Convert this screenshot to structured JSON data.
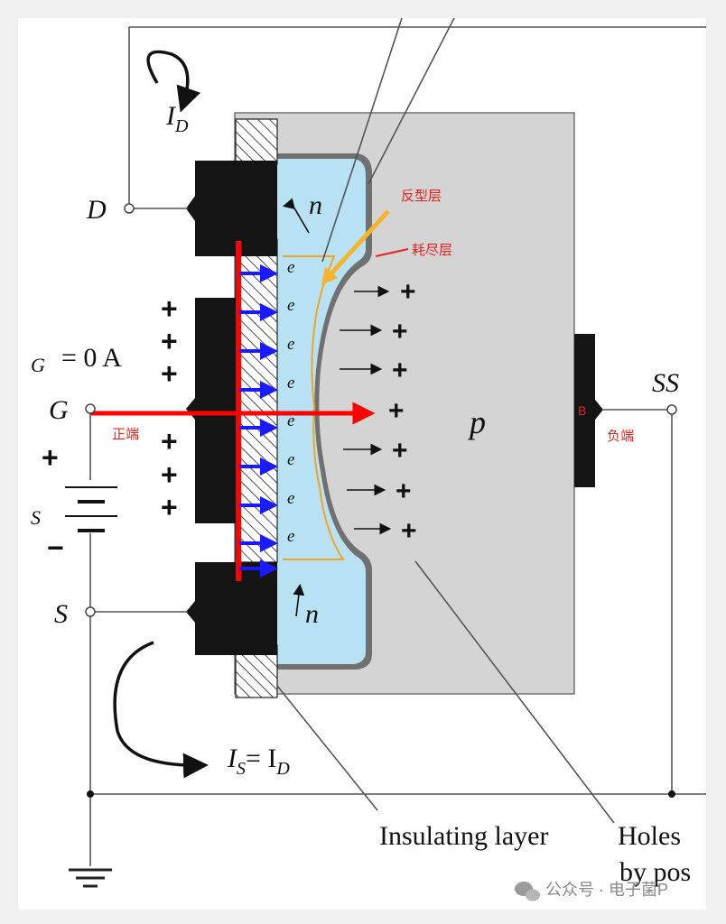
{
  "labels": {
    "drain": "D",
    "gate": "G",
    "source": "S",
    "substrate_terminal": "SS",
    "drain_current": "I",
    "drain_current_sub": "D",
    "gate_current_prefix": "G",
    "gate_current_value": "= 0 A",
    "source_current": "I",
    "source_current_sub": "S",
    "source_current_eq": "= I",
    "source_current_eq_sub": "D",
    "n_top": "n",
    "n_bottom": "n",
    "p_region": "p",
    "s_fragment": "S",
    "bulk_marker": "B",
    "insulating_layer": "Insulating layer",
    "holes_line1": "Holes",
    "holes_line2": "by pos",
    "electron": "e",
    "plus": "+",
    "minus": "−"
  },
  "annotations": {
    "inversion_layer": "反型层",
    "depletion_layer": "耗尽层",
    "positive_terminal": "正端",
    "negative_terminal": "负端"
  },
  "watermark": {
    "text": "公众号 · 电子菌P"
  },
  "colors": {
    "annotation_red": "#e8231f",
    "arrow_blue": "#1a1aff",
    "gate_red": "#ff0000",
    "orange_arrow": "#f7b32b",
    "n_region": "#b8e1f3",
    "p_substrate": "#d4d4d4",
    "metal": "#141414"
  },
  "icons": [
    "ground-icon",
    "battery-icon",
    "wechat-logo-icon"
  ]
}
